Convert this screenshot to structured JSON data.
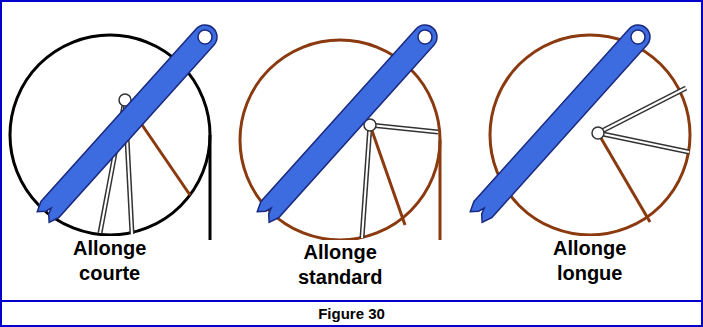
{
  "diagram": {
    "caption": "Figure 30",
    "labels": [
      "Allonge courte",
      "Allonge standard",
      "Allonge longue"
    ]
  }
}
